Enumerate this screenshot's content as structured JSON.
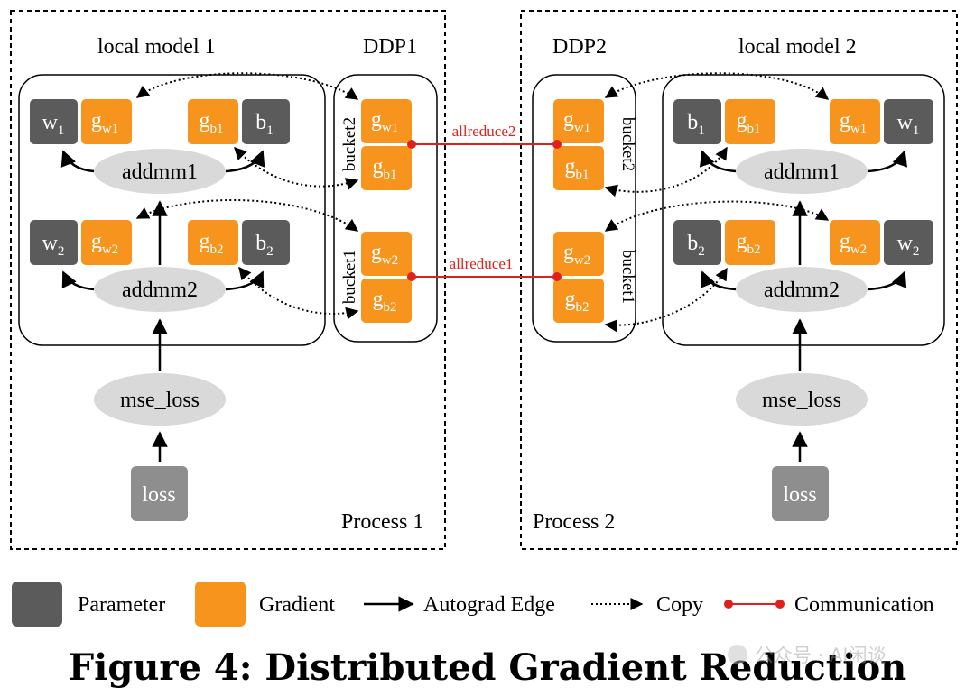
{
  "process1": {
    "label": "Process 1",
    "local_model": "local model 1",
    "ddp": "DDP1",
    "bucket2": "bucket2",
    "bucket1": "bucket1",
    "addmm1": "addmm1",
    "addmm2": "addmm2",
    "mse_loss": "mse_loss",
    "loss": "loss"
  },
  "process2": {
    "label": "Process 2",
    "local_model": "local model 2",
    "ddp": "DDP2",
    "bucket2": "bucket2",
    "bucket1": "bucket1",
    "addmm1": "addmm1",
    "addmm2": "addmm2",
    "mse_loss": "mse_loss",
    "loss": "loss"
  },
  "tensors": {
    "w": "w",
    "b": "b",
    "g": "g",
    "w1_sub": "1",
    "w2_sub": "2",
    "gw1_sub": "w1",
    "gw2_sub": "w2",
    "gb1_sub": "b1",
    "gb2_sub": "b2"
  },
  "comm": {
    "allreduce2": "allreduce2",
    "allreduce1": "allreduce1"
  },
  "legend": {
    "parameter": "Parameter",
    "gradient": "Gradient",
    "autograd_edge": "Autograd Edge",
    "copy": "Copy",
    "communication": "Communication"
  },
  "caption": "Figure 4: Distributed Gradient Reduction",
  "watermark": "公众号 · AI闲谈",
  "colors": {
    "parameter": "#5b5b5b",
    "gradient": "#f7941d",
    "node": "#d9d9d9",
    "loss": "#8e8e8e",
    "communication": "#e0201b"
  }
}
